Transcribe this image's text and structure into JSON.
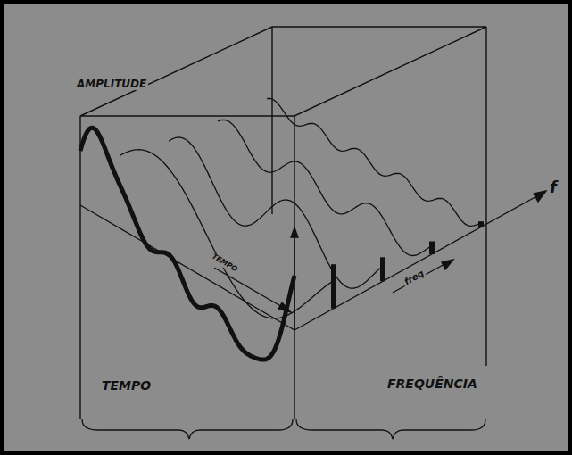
{
  "diagram": {
    "labels": [
      "AMPLITUDE",
      "TEMPO",
      "freq",
      "f",
      "TEMPO",
      "FREQUÊNCIA"
    ]
  }
}
